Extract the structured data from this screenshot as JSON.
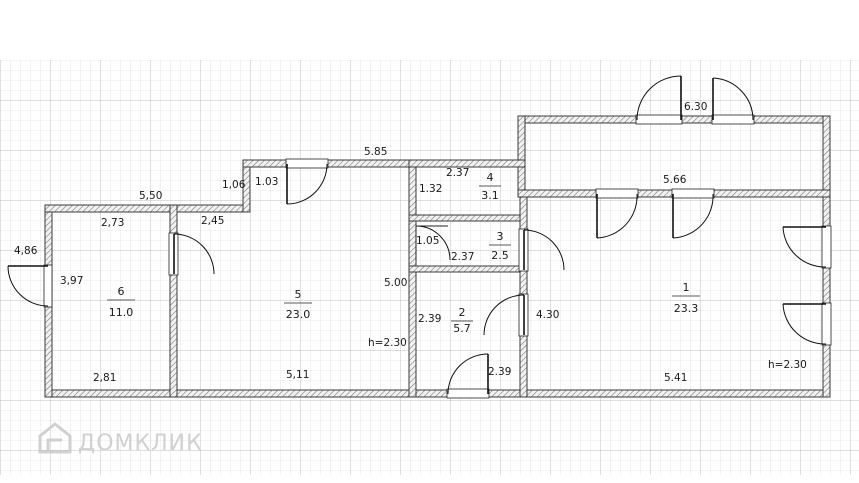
{
  "watermark": "ДОМКЛИК",
  "rooms": [
    {
      "num": "1",
      "area": "23.3"
    },
    {
      "num": "2",
      "area": "5.7"
    },
    {
      "num": "3",
      "area": "2.5"
    },
    {
      "num": "4",
      "area": "3.1"
    },
    {
      "num": "5",
      "area": "23.0"
    },
    {
      "num": "6",
      "area": "11.0"
    }
  ],
  "dimensions": {
    "d_585": "5.85",
    "d_550": "5,50",
    "d_106": "1,06",
    "d_103": "1.03",
    "d_273": "2,73",
    "d_245": "2,45",
    "d_486": "4,86",
    "d_397": "3,97",
    "d_281": "2,81",
    "d_511": "5,11",
    "d_500": "5.00",
    "d_237_top": "2.37",
    "d_132": "1.32",
    "d_105": "1.05",
    "d_237_mid": "2.37",
    "d_239_left": "2.39",
    "d_239_bottom": "2.39",
    "d_430": "4.30",
    "d_630": "6.30",
    "d_566": "5.66",
    "d_541": "5.41"
  },
  "heights": {
    "h_room5": "h=2.30",
    "h_room1": "h=2.30"
  }
}
